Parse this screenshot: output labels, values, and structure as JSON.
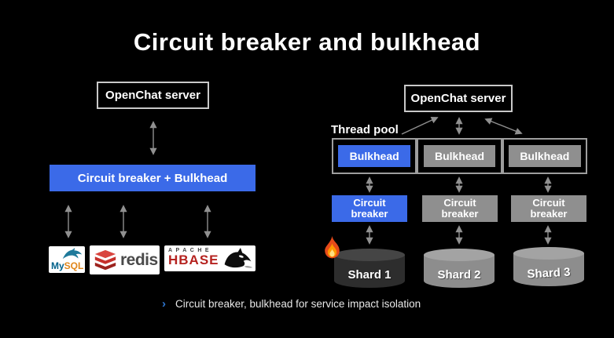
{
  "title": "Circuit breaker and bulkhead",
  "left": {
    "server_label": "OpenChat server",
    "bar_label": "Circuit breaker + Bulkhead",
    "logos": {
      "mysql": {
        "name": "MySQL",
        "text_my": "My",
        "text_sql": "SQL"
      },
      "redis": {
        "name": "Redis",
        "text": "redis"
      },
      "hbase": {
        "name": "Apache HBase",
        "apache": "APACHE",
        "hbase": "HBASE"
      }
    }
  },
  "right": {
    "server_label": "OpenChat server",
    "thread_pool_label": "Thread pool",
    "bulkheads": [
      "Bulkhead",
      "Bulkhead",
      "Bulkhead"
    ],
    "circuit_breakers": [
      {
        "line1": "Circuit",
        "line2": "breaker"
      },
      {
        "line1": "Circuit",
        "line2": "breaker"
      },
      {
        "line1": "Circuit",
        "line2": "breaker"
      }
    ],
    "shards": [
      "Shard 1",
      "Shard 2",
      "Shard 3"
    ],
    "fire_icon": "fire"
  },
  "footer": {
    "bullet": "›",
    "text": "Circuit breaker, bulkhead for service impact isolation"
  },
  "colors": {
    "accent_blue": "#3b6ae8",
    "box_gray": "#8f8f8f",
    "arrow_gray": "#909090",
    "chevron_blue": "#2e75cf",
    "hbase_red": "#b5221f",
    "redis_red": "#c6302b",
    "mysql_navy": "#00618a",
    "mysql_orange": "#e0861a"
  }
}
